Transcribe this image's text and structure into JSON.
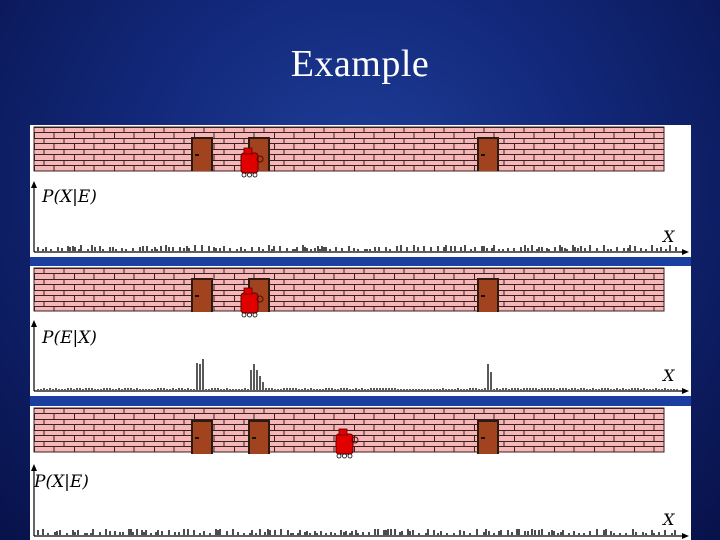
{
  "slide": {
    "title": "Example"
  },
  "panels": [
    {
      "label": "P(X|E)",
      "x_label": "X",
      "plot": "uniform-noise",
      "robot_at": "door-2"
    },
    {
      "label": "P(E|X)",
      "x_label": "X",
      "plot": "door-peaks",
      "robot_at": "door-2"
    },
    {
      "label": "P(X|E)",
      "x_label": "X",
      "plot": "uniform-noise",
      "robot_at": "between-doors"
    }
  ],
  "colors": {
    "background": "#12287a",
    "brick": "#f4b6b6",
    "mortar": "#3a2020",
    "door": "#a0431e",
    "robot": "#e00000"
  },
  "icons": [
    "door-icon",
    "robot-icon"
  ]
}
